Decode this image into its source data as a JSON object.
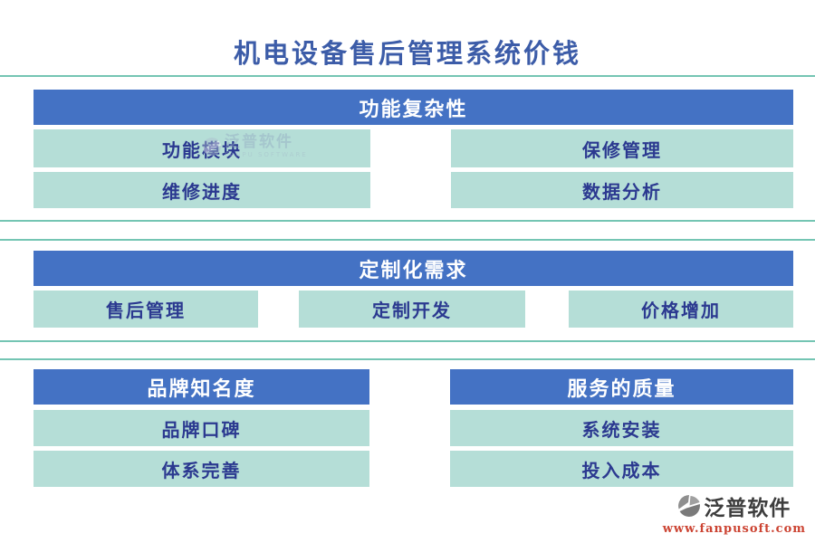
{
  "title": "机电设备售后管理系统价钱",
  "watermark": {
    "name_cn": "泛普软件",
    "name_en": "FANPU SOFTWARE"
  },
  "sections": {
    "complexity": {
      "header": "功能复杂性",
      "items": [
        "功能模块",
        "保修管理",
        "维修进度",
        "数据分析"
      ]
    },
    "customization": {
      "header": "定制化需求",
      "items": [
        "售后管理",
        "定制开发",
        "价格增加"
      ]
    },
    "brand": {
      "header": "品牌知名度",
      "items": [
        "品牌口碑",
        "体系完善"
      ]
    },
    "service": {
      "header": "服务的质量",
      "items": [
        "系统安装",
        "投入成本"
      ]
    }
  },
  "footer": {
    "brand": "泛普软件",
    "url": "www.fanpusoft.com"
  },
  "colors": {
    "header_bar": "#4472c4",
    "header_text": "#ffffff",
    "item_bg": "#b5ded7",
    "item_text": "#2b3990",
    "title_text": "#3c5ca8",
    "divider": "#74c5b3",
    "brand_text": "#3d3d3d",
    "url_text": "#cc4433"
  }
}
